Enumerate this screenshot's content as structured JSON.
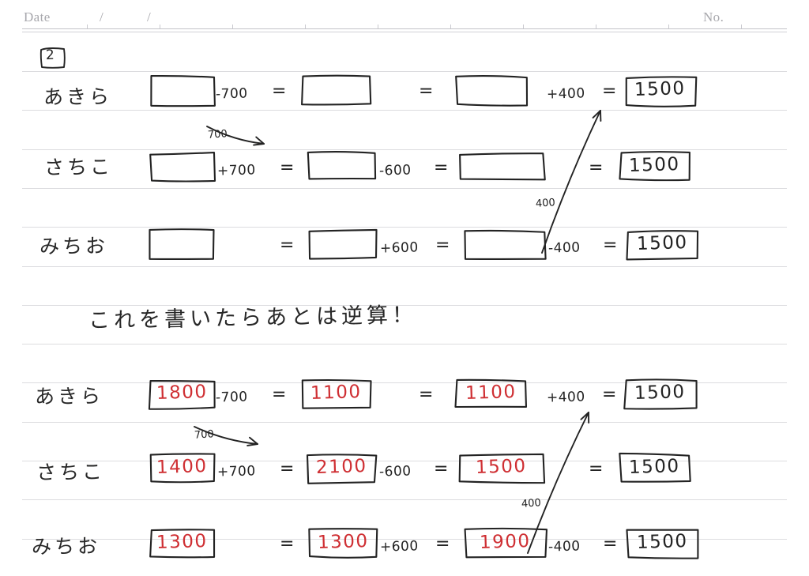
{
  "page": {
    "header": {
      "date_label": "Date",
      "slash1": "/",
      "slash2": "/",
      "no_label": "No."
    },
    "problem_number": "2",
    "note": "これを書いたらあとは逆算！",
    "colors": {
      "red_ink": "#cf2f33",
      "black_ink": "#232323",
      "rule_line": "#dcdcdf",
      "header_text": "#a8a8ad",
      "paper": "#ffffff"
    }
  },
  "section_blank": {
    "rows": [
      {
        "name": "あきら",
        "cells": [
          {
            "value": "",
            "color": "red"
          },
          {
            "value": "",
            "color": "red"
          },
          {
            "value": "",
            "color": "red"
          },
          {
            "value": "1500",
            "color": "black"
          }
        ],
        "operators": [
          "-700",
          "=",
          "=",
          "+400",
          "="
        ]
      },
      {
        "name": "さちこ",
        "cells": [
          {
            "value": "",
            "color": "red"
          },
          {
            "value": "",
            "color": "red"
          },
          {
            "value": "",
            "color": "red"
          },
          {
            "value": "1500",
            "color": "black"
          }
        ],
        "operators": [
          "+700",
          "=",
          "-600",
          "=",
          "="
        ]
      },
      {
        "name": "みちお",
        "cells": [
          {
            "value": "",
            "color": "red"
          },
          {
            "value": "",
            "color": "red"
          },
          {
            "value": "",
            "color": "red"
          },
          {
            "value": "1500",
            "color": "black"
          }
        ],
        "operators": [
          "=",
          "+600",
          "=",
          "-400",
          "="
        ]
      }
    ],
    "annotations": [
      {
        "label": "700",
        "kind": "arrow-down-right"
      },
      {
        "label": "400",
        "kind": "arrow-up-right"
      }
    ]
  },
  "section_solved": {
    "rows": [
      {
        "name": "あきら",
        "cells": [
          {
            "value": "1800",
            "color": "red"
          },
          {
            "value": "1100",
            "color": "red"
          },
          {
            "value": "1100",
            "color": "red"
          },
          {
            "value": "1500",
            "color": "black"
          }
        ],
        "operators": [
          "-700",
          "=",
          "=",
          "+400",
          "="
        ]
      },
      {
        "name": "さちこ",
        "cells": [
          {
            "value": "1400",
            "color": "red"
          },
          {
            "value": "2100",
            "color": "red"
          },
          {
            "value": "1500",
            "color": "red"
          },
          {
            "value": "1500",
            "color": "black"
          }
        ],
        "operators": [
          "+700",
          "=",
          "-600",
          "=",
          "="
        ]
      },
      {
        "name": "みちお",
        "cells": [
          {
            "value": "1300",
            "color": "red"
          },
          {
            "value": "1300",
            "color": "red"
          },
          {
            "value": "1900",
            "color": "red"
          },
          {
            "value": "1500",
            "color": "black"
          }
        ],
        "operators": [
          "=",
          "+600",
          "=",
          "-400",
          "="
        ]
      }
    ],
    "annotations": [
      {
        "label": "700",
        "kind": "arrow-down-right"
      },
      {
        "label": "400",
        "kind": "arrow-up-right"
      }
    ]
  }
}
